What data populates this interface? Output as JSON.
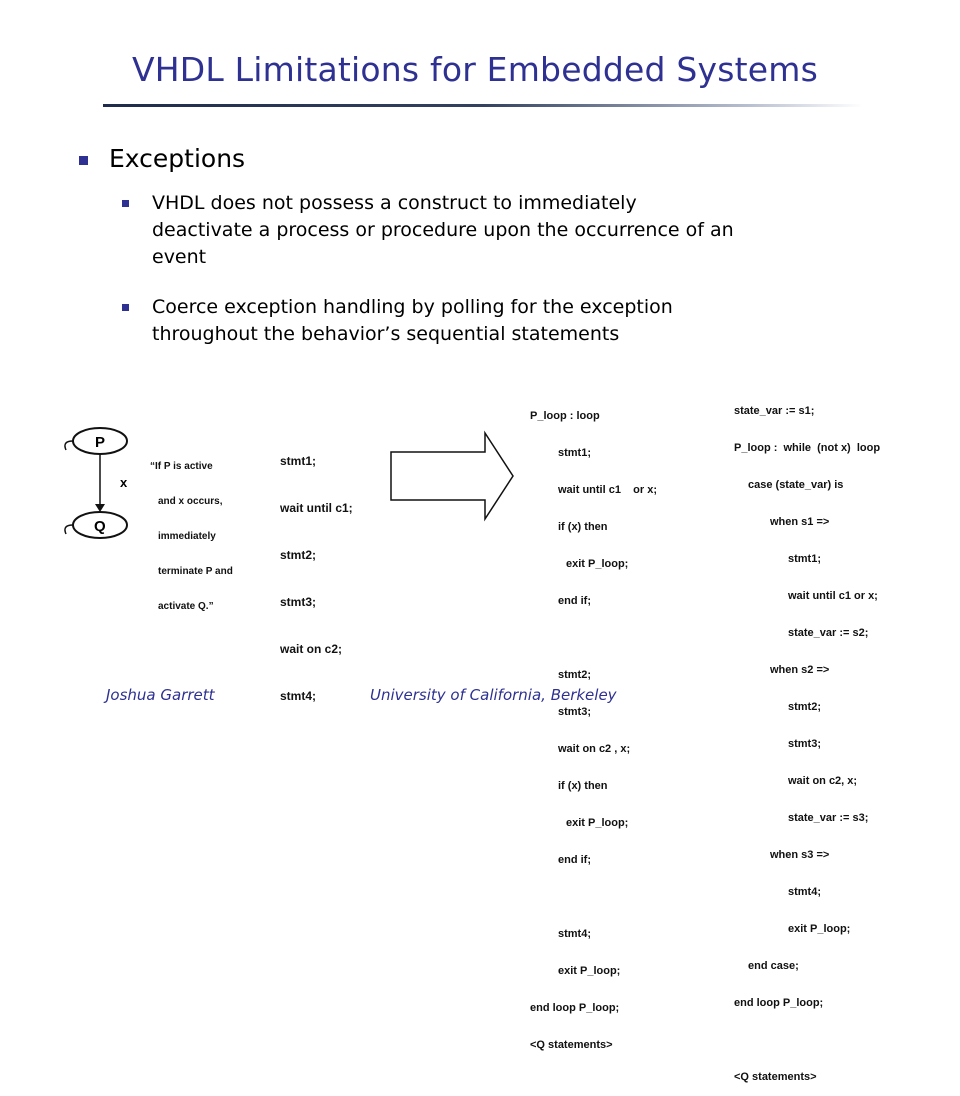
{
  "title": "VHDL Limitations for Embedded Systems",
  "bullets": {
    "heading": "Exceptions",
    "sub": [
      {
        "lines": [
          "VHDL does not possess a construct to immediately",
          "deactivate a process or procedure upon the occurrence of an",
          "event"
        ]
      },
      {
        "lines": [
          "Coerce exception handling by polling for the exception",
          "throughout the behavior’s sequential statements"
        ]
      }
    ]
  },
  "figure": {
    "state_p": "P",
    "state_q": "Q",
    "edge_label": "x",
    "note_lines": [
      "“If P is active",
      "and x occurs,",
      "immediately",
      "terminate P and",
      "activate Q.”"
    ],
    "original_code": [
      "stmt1;",
      "wait until c1;",
      "stmt2;",
      "stmt3;",
      "wait on c2;",
      "stmt4;"
    ],
    "polling_code": [
      "P_loop : loop",
      "stmt1;",
      "wait until c1    or x;",
      "if (x) then",
      "exit P_loop;",
      "end if;",
      "",
      "stmt2;",
      "stmt3;",
      "wait on c2 , x;",
      "if (x) then",
      "exit P_loop;",
      "end if;",
      "",
      "stmt4;",
      "exit P_loop;",
      "end loop P_loop;",
      "<Q statements>"
    ],
    "state_code": [
      "state_var := s1;",
      "P_loop :  while  (not x)  loop",
      "case (state_var) is",
      "when s1 =>",
      "stmt1;",
      "wait until c1 or x;",
      "state_var := s2;",
      "when s2 =>",
      "stmt2;",
      "stmt3;",
      "wait on c2, x;",
      "state_var := s3;",
      "when s3 =>",
      "stmt4;",
      "exit P_loop;",
      "end case;",
      "end loop P_loop;",
      "",
      "<Q statements>"
    ]
  },
  "footer": {
    "author": "Joshua Garrett",
    "institution": "University of California, Berkeley"
  },
  "colors": {
    "accent": "#2e3192",
    "rule": "#1f2b4a"
  }
}
